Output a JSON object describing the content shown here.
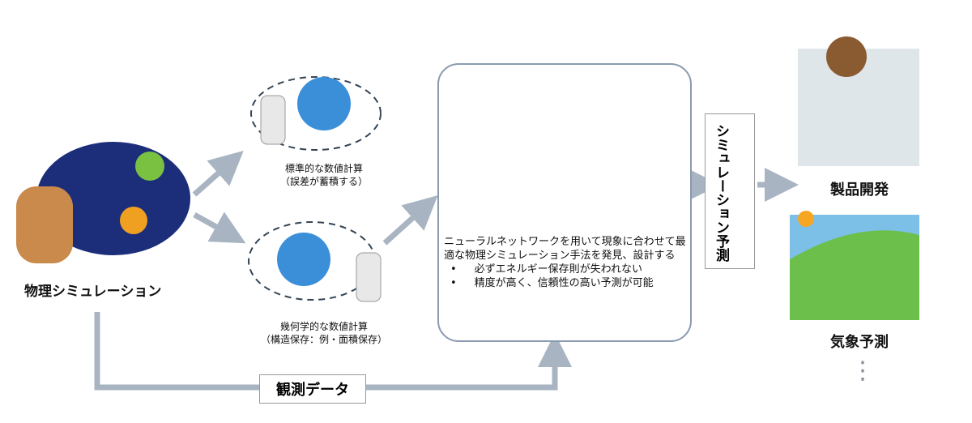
{
  "physics_sim": {
    "label": "物理シミュレーション"
  },
  "standard_calc": {
    "line1": "標準的な数値計算",
    "line2": "（誤差が蓄積する）"
  },
  "geometric_calc": {
    "line1": "幾何学的な数値計算",
    "line2": "（構造保存：例・面積保存）"
  },
  "neural": {
    "description": "ニューラルネットワークを用いて現象に合わせて最適な物理シミュレーション手法を発見、設計する",
    "bullets": [
      "必ずエネルギー保存則が失われない",
      "精度が高く、信頼性の高い予測が可能"
    ]
  },
  "prediction": {
    "label": "シミュレーション予測"
  },
  "observation": {
    "label": "観測データ"
  },
  "outputs": {
    "product": "製品開発",
    "weather": "気象予測",
    "more": "⋮"
  },
  "colors": {
    "arrow": "#a9b4c2",
    "brain_bg": "#1f5fb8",
    "brain": "#6fc3f0",
    "space": "#1c2d7a"
  }
}
